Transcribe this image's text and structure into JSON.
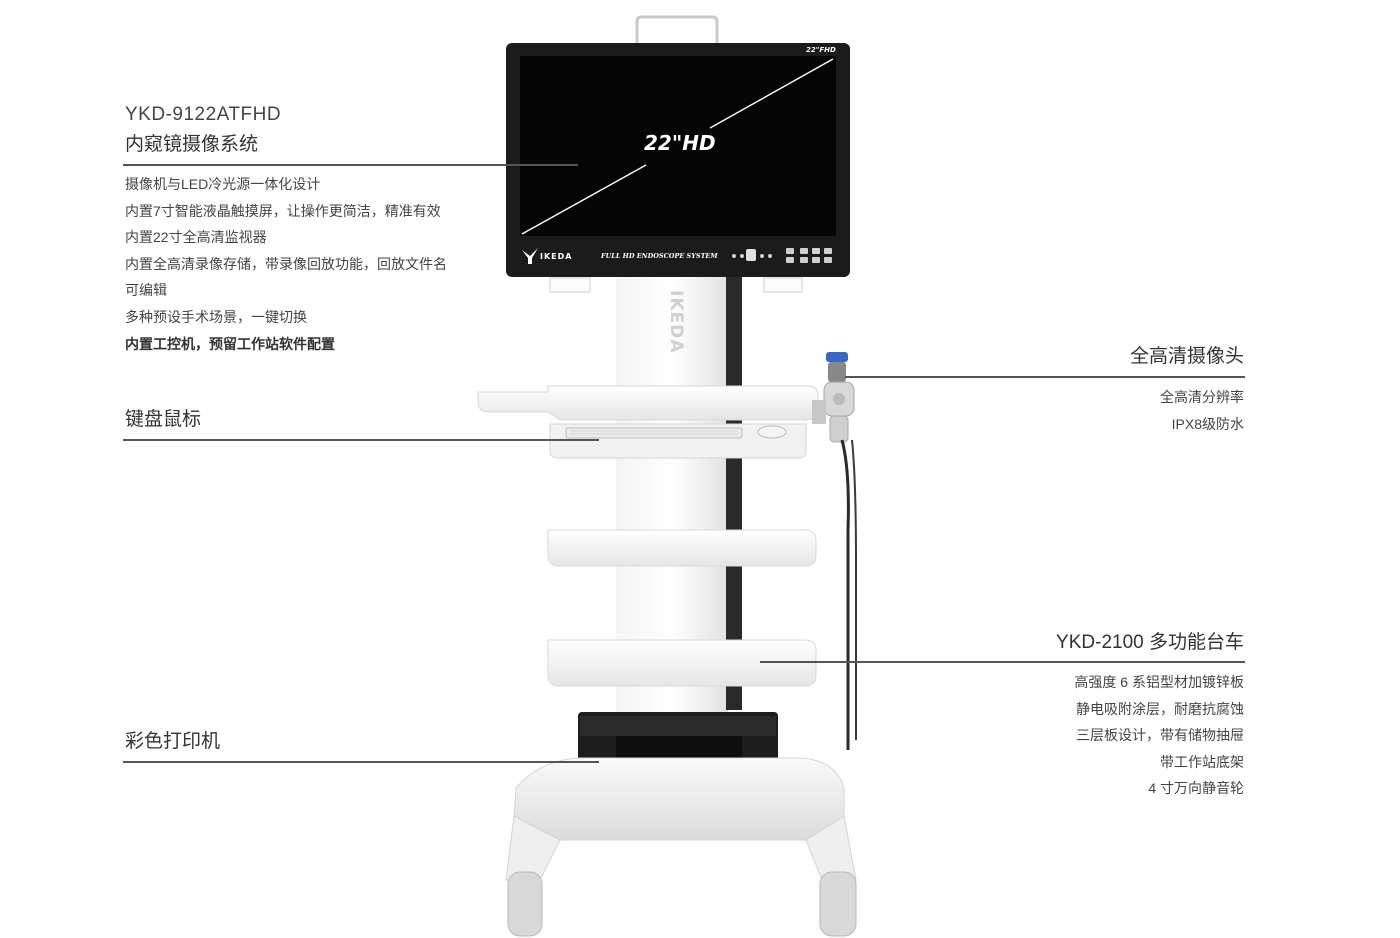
{
  "system": {
    "model": "YKD-9122ATFHD",
    "title": "内窥镜摄像系统",
    "features": [
      "摄像机与LED冷光源一体化设计",
      "内置7寸智能液晶触摸屏，让操作更简洁，精准有效",
      "内置22寸全高清监视器",
      "内置全高清录像存储，带录像回放功能，回放文件名",
      "可编辑",
      "多种预设手术场景，一键切换",
      "内置工控机，预留工作站软件配置"
    ]
  },
  "keyboard": {
    "title": "键盘鼠标"
  },
  "printer": {
    "title": "彩色打印机"
  },
  "camera": {
    "title": "全高清摄像头",
    "features": [
      "全高清分辨率",
      "IPX8级防水"
    ]
  },
  "trolley": {
    "title": "YKD-2100 多功能台车",
    "features": [
      "高强度 6 系铝型材加镀锌板",
      "静电吸附涂层，耐磨抗腐蚀",
      "三层板设计，带有储物抽屉",
      "带工作站底架",
      "4 寸万向静音轮"
    ]
  },
  "monitor": {
    "size_label": "22\"HD",
    "corner_label": "22\"FHD",
    "brand": "IKEDA",
    "bezel_text": "FULL HD ENDOSCOPE SYSTEM"
  },
  "column_brand": "IKEDA"
}
